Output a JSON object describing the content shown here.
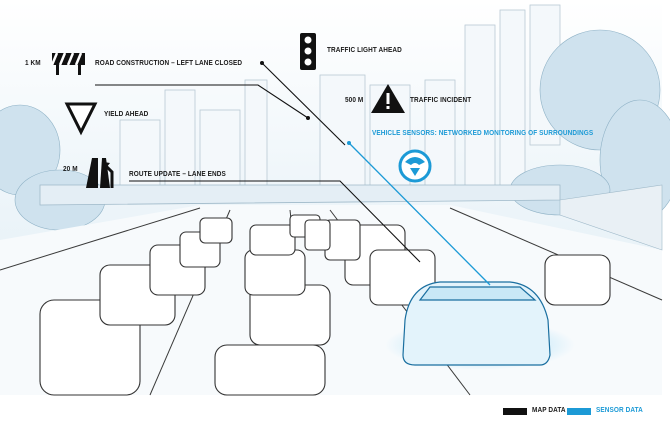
{
  "annotations": {
    "construction": {
      "distance": "1 KM",
      "text": "ROAD CONSTRUCTION – LEFT LANE CLOSED",
      "icon": "road-construction-barrier-icon"
    },
    "traffic_light": {
      "text": "TRAFFIC LIGHT AHEAD",
      "icon": "traffic-light-icon"
    },
    "yield": {
      "text": "YIELD AHEAD",
      "icon": "yield-sign-icon"
    },
    "incident": {
      "distance": "500 M",
      "text": "TRAFFIC INCIDENT",
      "icon": "warning-triangle-icon"
    },
    "sensors": {
      "text": "VEHICLE SENSORS: NETWORKED MONITORING OF SURROUNDINGS",
      "icon": "sensor-signal-icon"
    },
    "route": {
      "distance": "20 M",
      "text": "ROUTE UPDATE – LANE ENDS",
      "icon": "lane-ends-icon"
    }
  },
  "legend": [
    {
      "label": "MAP DATA",
      "color": "#111111"
    },
    {
      "label": "SENSOR DATA",
      "color": "#1c9ad6"
    }
  ],
  "colors": {
    "map": "#111111",
    "sensor": "#1c9ad6",
    "sky": "#e8f2f8"
  }
}
